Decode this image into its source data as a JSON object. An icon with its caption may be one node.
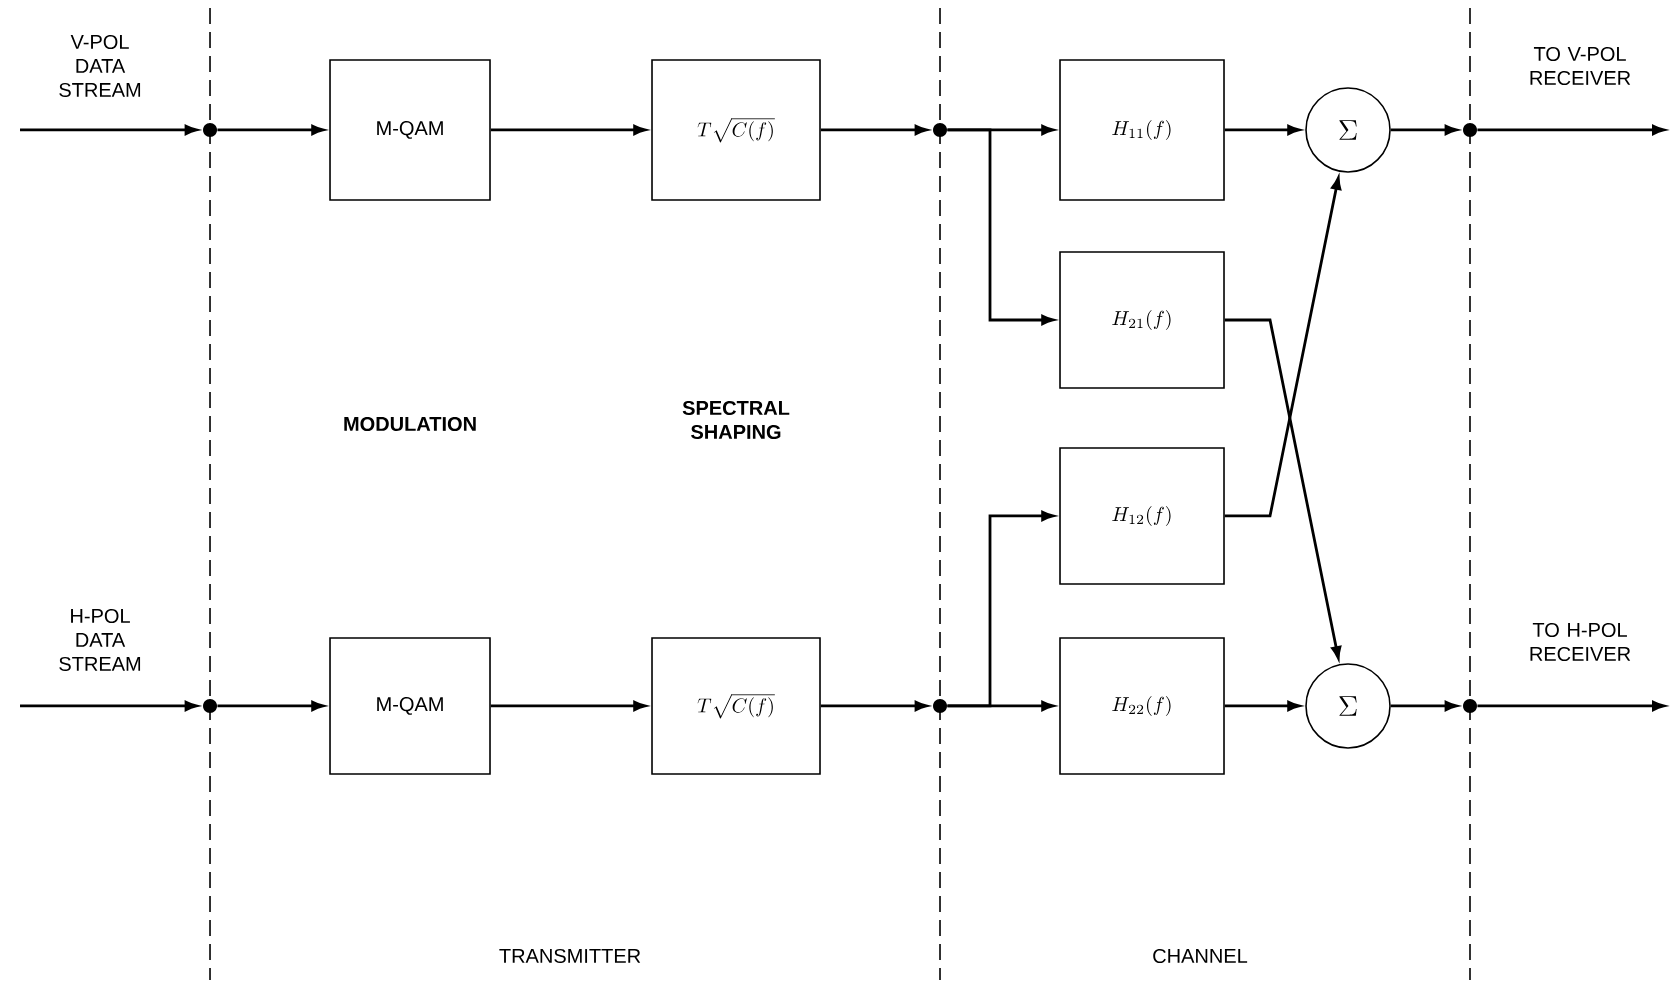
{
  "diagram": {
    "nodes": [
      {
        "text": [],
        "shape": "circle"
      },
      {
        "text": [
          "M-QAM"
        ]
      },
      {
        "text": [
          "T\\sqrt{C(f)}"
        ]
      },
      {
        "text": [],
        "shape": "circle"
      },
      {
        "text": [
          "H_{11}(f)"
        ]
      },
      {
        "text": [
          "H_{21}(f)"
        ]
      },
      {
        "text": [
          "H_{12}(f)"
        ]
      },
      {
        "text": [
          "H_{22}(f)"
        ]
      },
      {
        "text": [
          "\\Sigma"
        ]
      },
      {
        "text": [
          "\\Sigma"
        ]
      },
      {
        "text": [],
        "shape": "circle"
      },
      {
        "text": [],
        "shape": "circle"
      },
      {
        "text": [
          "M-QAM"
        ]
      },
      {
        "text": [
          "T\\sqrt{C(f)}"
        ]
      },
      {
        "text": [],
        "shape": "circle"
      },
      {
        "text": [],
        "shape": "circle"
      }
    ],
    "edges": [
      {
        "from": null,
        "to": 0,
        "arrow": "to"
      },
      {
        "from": 0,
        "to": 1,
        "arrow": "to"
      },
      {
        "from": 1,
        "to": 2,
        "arrow": "to"
      },
      {
        "from": 2,
        "to": 3,
        "arrow": "to"
      },
      {
        "from": 3,
        "to": 4,
        "arrow": "to"
      },
      {
        "from": 3,
        "to": 5,
        "arrow": "to"
      },
      {
        "from": 4,
        "to": 8,
        "arrow": "to"
      },
      {
        "from": 5,
        "to": 9,
        "arrow": "to"
      },
      {
        "from": 6,
        "to": 8,
        "arrow": "to"
      },
      {
        "from": 7,
        "to": 9,
        "arrow": "to"
      },
      {
        "from": 8,
        "to": 10,
        "arrow": "to"
      },
      {
        "from": 10,
        "to": null,
        "arrow": "to"
      },
      {
        "from": null,
        "to": 11,
        "arrow": "to"
      },
      {
        "from": 11,
        "to": 12,
        "arrow": "to"
      },
      {
        "from": 12,
        "to": 13,
        "arrow": "to"
      },
      {
        "from": 13,
        "to": 14,
        "arrow": "to"
      },
      {
        "from": 14,
        "to": 6,
        "arrow": "to"
      },
      {
        "from": 14,
        "to": 7,
        "arrow": "to"
      },
      {
        "from": 9,
        "to": 15,
        "arrow": "to"
      },
      {
        "from": 15,
        "to": null,
        "arrow": "to"
      }
    ],
    "labels": [
      "V-POL DATA STREAM",
      "TO V-POL RECEIVER",
      "MODULATION",
      "SPECTRAL SHAPING",
      "H-POL DATA STREAM",
      "TO H-POL RECEIVER",
      "TRANSMITTER",
      "CHANNEL"
    ]
  }
}
